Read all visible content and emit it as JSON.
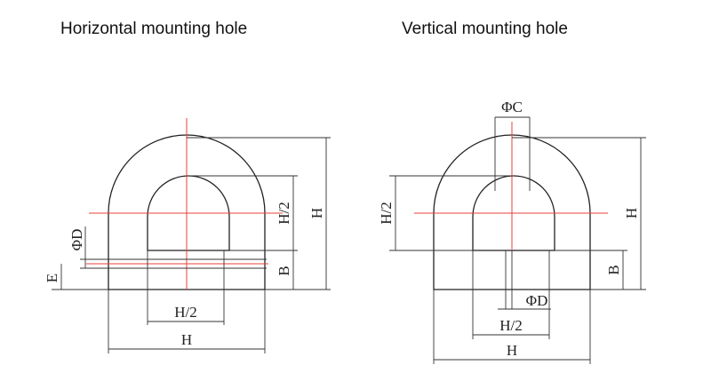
{
  "titles": {
    "horizontal": "Horizontal mounting hole",
    "vertical": "Vertical mounting hole"
  },
  "labels": {
    "half_height": "H/2",
    "height": "H",
    "base": "B",
    "hole_dia": "ΦD",
    "offset": "E",
    "half_width": "H/2",
    "width": "H",
    "top_hole_dia": "ΦC"
  },
  "colors": {
    "outline": "#222222",
    "centerline": "#e8403a"
  }
}
